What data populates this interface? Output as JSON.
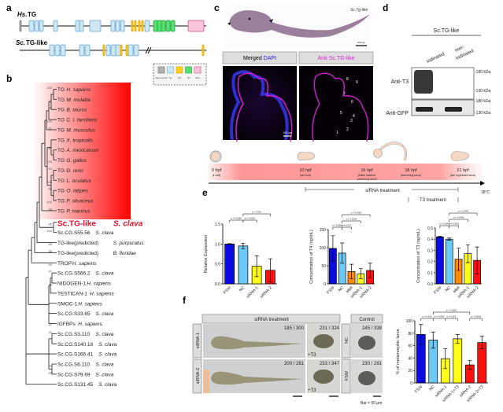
{
  "panels": {
    "a": "a",
    "b": "b",
    "c": "c",
    "d": "d",
    "e": "e",
    "f": "f"
  },
  "panel_a": {
    "hs_label_italic": "Hs.",
    "hs_label": "TG",
    "sc_label_italic": "Sc.",
    "sc_label": "TG-like",
    "hs_exons": [
      "sp",
      "tg1",
      "tg1",
      "tg1",
      "tg1",
      "tg1",
      "tg1",
      "tg1",
      "tg1",
      "tg1",
      "tg1",
      "tg2",
      "tg2",
      "tg2",
      "tg2",
      "tg1",
      "tg3",
      "tg3",
      "tg3",
      "tg3",
      "tg3",
      "chel"
    ],
    "sc_exons": [
      "tg1",
      "tg1",
      "tg1",
      "tg1",
      "tg1",
      "tg2",
      "tg1",
      "tg1",
      "tg1",
      "tg2",
      "tg2",
      "tg1",
      "tg1",
      "tg2"
    ],
    "legend": [
      {
        "key": "sp",
        "label": "Signal peptide",
        "color": "#b0b0b0"
      },
      {
        "key": "tg1",
        "label": "Tg1",
        "color": "#cfe6f5"
      },
      {
        "key": "tg2",
        "label": "Tg2",
        "color": "#ffd21a"
      },
      {
        "key": "tg3",
        "label": "Tg3",
        "color": "#55e070"
      },
      {
        "key": "chel",
        "label": "ChEL",
        "color": "#f9c4dc"
      }
    ]
  },
  "panel_b": {
    "leaves": [
      {
        "gene": "TG",
        "species": "H. sapiens",
        "support": "100"
      },
      {
        "gene": "TG",
        "species": "M. mulatta",
        "support": "54"
      },
      {
        "gene": "TG",
        "species": "B. taurus",
        "support": "99"
      },
      {
        "gene": "TG",
        "species": "C. l. familiaris",
        "support": "100"
      },
      {
        "gene": "TG",
        "species": "M. musculus",
        "support": "57"
      },
      {
        "gene": "TG",
        "species": "X. tropicalis",
        "support": ""
      },
      {
        "gene": "TG",
        "species": "A. mexicanum",
        "support": "81"
      },
      {
        "gene": "TG",
        "species": "G. gallus",
        "support": "93"
      },
      {
        "gene": "TG",
        "species": "D. rerio",
        "support": "94"
      },
      {
        "gene": "TG",
        "species": "L. oculatus",
        "support": "100"
      },
      {
        "gene": "TG",
        "species": "O. latipes",
        "support": "60"
      },
      {
        "gene": "TG",
        "species": "P. olivaceus",
        "support": "100"
      },
      {
        "gene": "TG",
        "species": "P. marinus",
        "support": "96"
      },
      {
        "gene": "Sc.TG-like",
        "species": "S. clava",
        "support": "65",
        "highlight": true
      },
      {
        "gene": "Sc.CG.S55.56",
        "species": "S. clava",
        "support": "100"
      },
      {
        "gene": "TG-like(predicted)",
        "species": "S. purpuratus",
        "support": "68"
      },
      {
        "gene": "TG-like(predicted)",
        "species": "B. floridae",
        "support": "88"
      },
      {
        "gene": "TROP",
        "species": "H. sapiens",
        "support": "50"
      },
      {
        "gene": "Sc.CG.S566.2",
        "species": "S. clava",
        "support": "97"
      },
      {
        "gene": "NIDOGEN-1",
        "species": "H. sapiens",
        "support": "34"
      },
      {
        "gene": "TESTICAN-1",
        "species": "H. sapiens",
        "support": ""
      },
      {
        "gene": "SMOC-1",
        "species": "H. sapiens",
        "support": ""
      },
      {
        "gene": "Sc.CG.S33.65",
        "species": "S. clava",
        "support": ""
      },
      {
        "gene": "IGFBPs",
        "species": "H. sapiens",
        "support": "97"
      },
      {
        "gene": "Sc.CG.S3.110",
        "species": "S. clava",
        "support": "33"
      },
      {
        "gene": "Sc.CG.S140.18",
        "species": "S. clava",
        "support": ""
      },
      {
        "gene": "Sc.CG.S166.41",
        "species": "S. clava",
        "support": ""
      },
      {
        "gene": "Sc.CG.S6.110",
        "species": "S. clava",
        "support": "37"
      },
      {
        "gene": "Sc.CG.S79.69",
        "species": "S. clava",
        "support": "84"
      },
      {
        "gene": "Sc.CG.S131.45",
        "species": "S. clava",
        "support": ""
      }
    ]
  },
  "panel_c": {
    "whole_mount_label": "Sc.Tg-like",
    "scale_top": "100 µm",
    "merged_prefix": "Merged ",
    "merged_dapi": "DAPI",
    "anti_label": "Anti-Sc.TG-like",
    "scale_bottom": "100 µm",
    "region_numbers": [
      "1",
      "2",
      "3",
      "4",
      "5",
      "6",
      "7",
      "8",
      "9"
    ]
  },
  "panel_d": {
    "title": "Sc.TG-like",
    "lanes": [
      "iodinated",
      "non-\niodinated"
    ],
    "lane1": "iodinated",
    "lane2a": "non-",
    "lane2b": "iodinated",
    "blots": [
      {
        "label": "Anti-T3",
        "markers": [
          "-180 kDa",
          "-130 kDa"
        ]
      },
      {
        "label": "Anti-GFP",
        "markers": [
          "-180 kDa",
          "-130 kDa"
        ]
      }
    ]
  },
  "panel_e": {
    "timepoints": [
      {
        "time": "0 hpf",
        "desc": "(1-cell)"
      },
      {
        "time": "10 hpf",
        "desc": "(tail bud)"
      },
      {
        "time": "16 hpf",
        "desc": "(initial hatched",
        "desc2": "swimming larva)"
      },
      {
        "time": "18 hpf",
        "desc": "(swimming larva)"
      },
      {
        "time": "21 hpf",
        "desc": "(tail regressed larva)"
      }
    ],
    "sirna_treatment": "siRNA treatment",
    "t3_treatment": "T3 treatment",
    "temperature": "18°C"
  },
  "panel_f": {
    "header_sirna": "siRNA treatment",
    "header_control": "Control",
    "rows": [
      {
        "label": "siRNA-1",
        "count": "185 / 300",
        "t3_count": "231 / 324",
        "t3": "+T3",
        "ctrl_label": "NC",
        "ctrl_count": "245 / 338"
      },
      {
        "label": "siRNA-2",
        "count": "200 / 281",
        "t3_count": "233 / 347",
        "t3": "+T3",
        "ctrl_label": "FSW",
        "ctrl_count": "230 / 291"
      }
    ],
    "scale": "Bar = 50 µm"
  },
  "colors": {
    "FSW": "#0a0ae6",
    "NC": "#6cc8f5",
    "MMI": "#ff8a00",
    "siRNA-1": "#ffff1a",
    "siRNA-1+T3": "#ffff1a",
    "siRNA-2": "#ff1010",
    "siRNA-2+T3": "#ff1010"
  },
  "chart_data": [
    {
      "type": "bar",
      "title": "",
      "ylabel": "Relative Expression",
      "ylim": [
        0,
        1.5
      ],
      "yticks": [
        "0.0",
        "0.5",
        "1.0",
        "1.5"
      ],
      "categories": [
        "FSW",
        "NC",
        "siRNA-1",
        "siRNA-2"
      ],
      "values": [
        1.0,
        0.95,
        0.44,
        0.34
      ],
      "errors": [
        0.01,
        0.07,
        0.26,
        0.29
      ],
      "pvalues": [
        {
          "a": 0,
          "b": 1,
          "label": "p = 0.3065"
        },
        {
          "a": 1,
          "b": 2,
          "label": "p = 0.0265"
        },
        {
          "a": 1,
          "b": 3,
          "label": "p = 0.021"
        }
      ]
    },
    {
      "type": "bar",
      "title": "",
      "ylabel": "Concentration of T4 (ng/mL)",
      "ylim": [
        0,
        150
      ],
      "yticks": [
        "0",
        "50",
        "100",
        "150"
      ],
      "categories": [
        "FSW",
        "NC",
        "MMI",
        "siRNA-1",
        "siRNA-2"
      ],
      "values": [
        98,
        85,
        34,
        28,
        37
      ],
      "errors": [
        35,
        28,
        20,
        14,
        20
      ],
      "pvalues": [
        {
          "a": 0,
          "b": 1,
          "label": "p = 0.6284"
        },
        {
          "a": 1,
          "b": 2,
          "label": "p = 0.027"
        },
        {
          "a": 1,
          "b": 3,
          "label": "p = 0.0294"
        },
        {
          "a": 1,
          "b": 4,
          "label": "p = 0.0353"
        }
      ]
    },
    {
      "type": "bar",
      "title": "",
      "ylabel": "Concentration of T3 (ng/mL)",
      "ylim": [
        0,
        0.5
      ],
      "yticks": [
        "0.0",
        "0.1",
        "0.2",
        "0.3",
        "0.4",
        "0.5"
      ],
      "categories": [
        "FSW",
        "NC",
        "MMI",
        "siRNA-1",
        "siRNA-2"
      ],
      "values": [
        0.42,
        0.4,
        0.22,
        0.27,
        0.21
      ],
      "errors": [
        0.005,
        0.01,
        0.1,
        0.08,
        0.12
      ],
      "pvalues": [
        {
          "a": 0,
          "b": 1,
          "label": "p = 0.2669"
        },
        {
          "a": 1,
          "b": 2,
          "label": "p = 0.0331"
        },
        {
          "a": 1,
          "b": 3,
          "label": "p = 0.0409"
        },
        {
          "a": 1,
          "b": 4,
          "label": "p = 0.0449"
        }
      ]
    },
    {
      "type": "bar",
      "title": "",
      "ylabel": "% of metamorphic larva",
      "ylim": [
        0,
        100
      ],
      "yticks": [
        "0",
        "20",
        "40",
        "60",
        "80",
        "100"
      ],
      "categories": [
        "FSW",
        "NC",
        "siRNA-1",
        "siRNA-1+T3",
        "siRNA-2",
        "siRNA-2+T3"
      ],
      "values": [
        78,
        69,
        39,
        71,
        29,
        65
      ],
      "errors": [
        16,
        13,
        16,
        7,
        7,
        10
      ],
      "pvalues": [
        {
          "a": 1,
          "b": 2,
          "label": "p = 0.0041"
        },
        {
          "a": 2,
          "b": 3,
          "label": "p = 0.001"
        },
        {
          "a": 4,
          "b": 5,
          "label": "p < 0.0001"
        },
        {
          "a": 0,
          "b": 1,
          "label": "p = 0.313"
        },
        {
          "a": 1,
          "b": 4,
          "label": "p < 0.0001"
        }
      ]
    }
  ]
}
